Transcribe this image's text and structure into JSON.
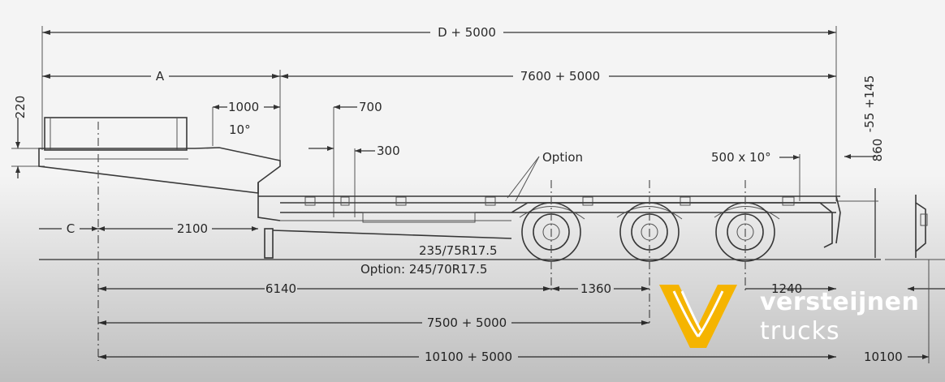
{
  "dimensions": {
    "overall_top": "D + 5000",
    "a": "A",
    "deck_length": "7600 + 5000",
    "gooseneck_height": "220",
    "neck_1000": "1000",
    "angle_10": "10°",
    "deck_700": "700",
    "deck_300": "300",
    "option_label": "Option",
    "ramp": "500 x 10°",
    "deck_height": "860",
    "deck_tol": "-55 +145",
    "c": "C",
    "front_2100": "2100",
    "tyre": "235/75R17.5",
    "tyre_option": "Option: 245/70R17.5",
    "d_6140": "6140",
    "d_1360": "1360",
    "d_1240": "1240",
    "d_7500": "7500 + 5000",
    "d_10100": "10100 + 5000",
    "d_10100_side": "10100"
  },
  "brand": {
    "line1": "versteijnen",
    "line2": "trucks",
    "color": "#f5b400"
  }
}
